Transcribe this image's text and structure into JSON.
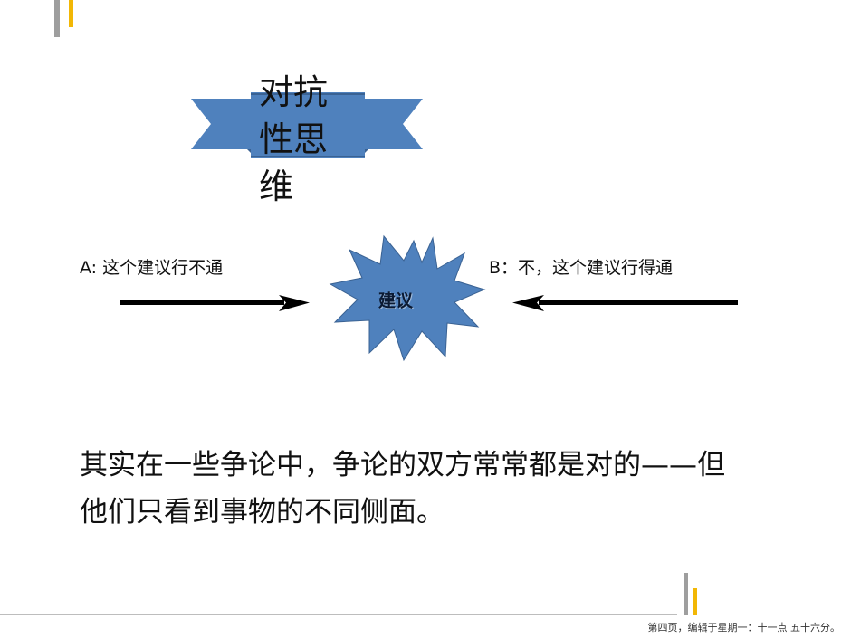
{
  "slide": {
    "title": "对抗性思维",
    "label_a": "A:   这个建议行不通",
    "label_b": "B：不，这个建议行得通",
    "burst_text": "建议",
    "body": "其实在一些争论中，争论的双方常常都是对的——但他们只看到事物的不同侧面。",
    "footer": "第四页，编辑于星期一：十一点 五十六分。"
  },
  "colors": {
    "ribbon": "#4f81bd",
    "ribbon_dark": "#3a6293",
    "accent_gold": "#f2b705",
    "accent_gray": "#9e9e9e",
    "arrow": "#000000"
  }
}
